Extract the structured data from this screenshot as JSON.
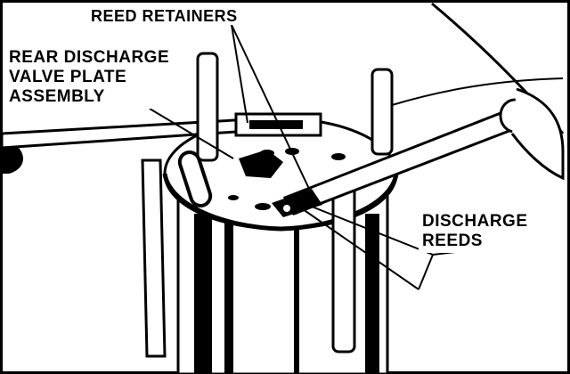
{
  "labels": {
    "reed_retainers": "REED RETAINERS",
    "rear_discharge": [
      "REAR DISCHARGE",
      "VALVE PLATE",
      "ASSEMBLY"
    ],
    "discharge_reeds": [
      "DISCHARGE",
      "REEDS"
    ]
  }
}
